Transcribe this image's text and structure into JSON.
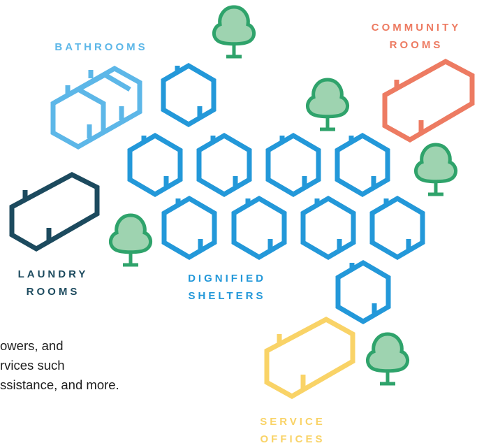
{
  "labels": {
    "bathrooms": "BATHROOMS",
    "community": [
      "COMMUNITY",
      "ROOMS"
    ],
    "laundry": [
      "LAUNDRY",
      "ROOMS"
    ],
    "dignified": [
      "DIGNIFIED",
      "SHELTERS"
    ],
    "service": [
      "SERVICE",
      "OFFICES"
    ]
  },
  "body_text": [
    "owers, and",
    "rvices such",
    "ssistance, and more."
  ],
  "colors": {
    "bathrooms": "#5db7e8",
    "shelters": "#2398d9",
    "community": "#ed7b62",
    "laundry": "#1c4a5e",
    "service": "#f9d367",
    "tree_fill": "#9ed3b0",
    "tree_stroke": "#2fa36b"
  }
}
